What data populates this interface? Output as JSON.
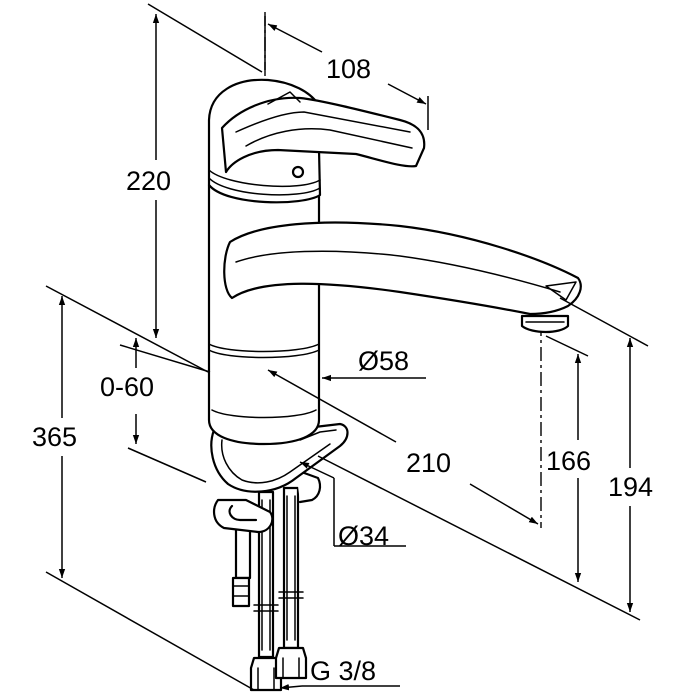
{
  "diagram": {
    "dimensions": {
      "spout_reach": "108",
      "overall_height": "220",
      "deck_thickness": "0-60",
      "hose_length": "365",
      "body_diameter": "Ø58",
      "spout_projection": "210",
      "outlet_height": "166",
      "top_height": "194",
      "hole_diameter": "Ø34",
      "connection_thread": "G 3/8"
    }
  }
}
